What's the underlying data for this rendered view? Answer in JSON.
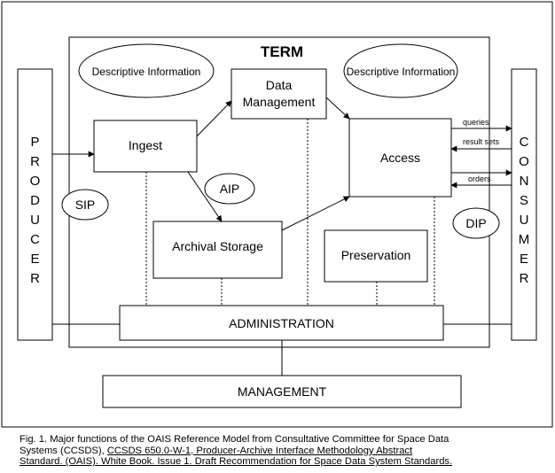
{
  "diagram": {
    "term": "TERM",
    "producer": [
      "P",
      "R",
      "O",
      "D",
      "U",
      "C",
      "E",
      "R"
    ],
    "consumer": [
      "C",
      "O",
      "N",
      "S",
      "U",
      "M",
      "E",
      "R"
    ],
    "desc_info_left": "Descriptive Information",
    "desc_info_right": "Descriptive Information",
    "data_management": [
      "Data",
      "Management"
    ],
    "ingest": "Ingest",
    "access": "Access",
    "archival_storage": "Archival Storage",
    "preservation": "Preservation",
    "administration": "ADMINISTRATION",
    "management": "MANAGEMENT",
    "sip": "SIP",
    "aip": "AIP",
    "dip": "DIP",
    "queries": "queries",
    "result_sets": "result sets",
    "orders": "orders"
  },
  "caption": {
    "line1": "Fig. 1.  Major functions of the OAIS Reference Model from Consultative Committee for Space Data",
    "line2_plain": "Systems (CCSDS), ",
    "line2_link": "CCSDS 650.0-W-1, Producer-Archive Interface Methodology Abstract",
    "line3": "Standard. (OAIS). White Book. Issue 1. Draft Recommendation for Space Data System Standards."
  }
}
